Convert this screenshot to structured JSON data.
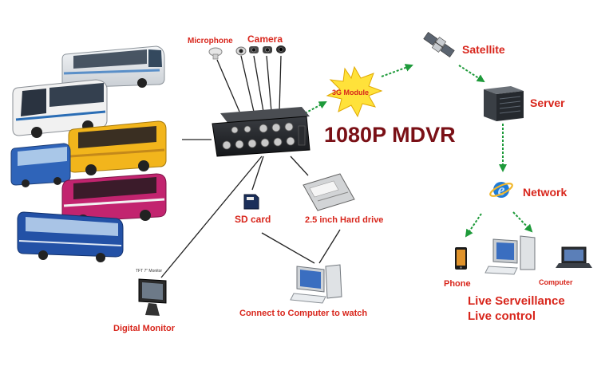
{
  "title": "1080P MDVR",
  "labels": {
    "microphone": "Microphone",
    "camera": "Camera",
    "module": "3G Module",
    "satellite": "Satellite",
    "server": "Server",
    "network": "Network",
    "sd_card": "SD card",
    "hard_drive": "2.5 inch Hard drive",
    "phone": "Phone",
    "computer": "Computer",
    "live_surveillance": "Live Serveillance",
    "live_control": "Live control",
    "connect": "Connect to Computer to watch",
    "digital_monitor": "Digital Monitor",
    "monitor_tag": "TFT 7\" Monitor"
  },
  "colors": {
    "label_red": "#d8261c",
    "title_maroon": "#7a1016",
    "arrow_green": "#1e9a3a",
    "line_black": "#222222",
    "starburst_yellow": "#ffe23a"
  },
  "icons": [
    "microphone-icon",
    "camera-icon",
    "bus-icon",
    "mdvr-device-icon",
    "satellite-icon",
    "server-icon",
    "network-globe-icon",
    "sd-card-icon",
    "hard-drive-icon",
    "desktop-computer-icon",
    "laptop-icon",
    "phone-icon",
    "monitor-icon"
  ]
}
